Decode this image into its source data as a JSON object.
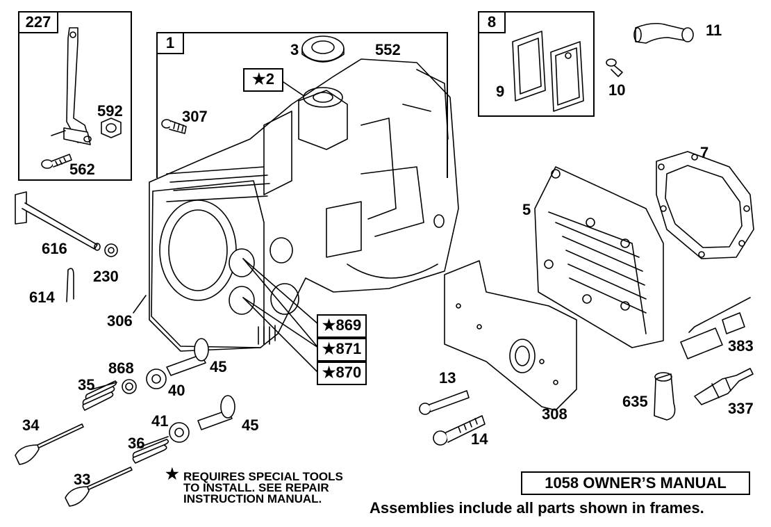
{
  "frames": {
    "f227": "227",
    "f1": "1",
    "f8": "8"
  },
  "labels": {
    "p3": "3",
    "p552": "552",
    "p307": "307",
    "p592": "592",
    "p562": "562",
    "p9": "9",
    "p10": "10",
    "p11": "11",
    "p7": "7",
    "p5": "5",
    "p616": "616",
    "p230": "230",
    "p614": "614",
    "p306": "306",
    "p868": "868",
    "p35": "35",
    "p40": "40",
    "p45a": "45",
    "p34": "34",
    "p41": "41",
    "p45b": "45",
    "p36": "36",
    "p33": "33",
    "p13": "13",
    "p14": "14",
    "p308": "308",
    "p635": "635",
    "p337": "337",
    "p383": "383"
  },
  "starred": {
    "s2": "★2",
    "s869": "★869",
    "s871": "★871",
    "s870": "★870"
  },
  "note": {
    "star": "★",
    "line1": "REQUIRES SPECIAL TOOLS",
    "line2": "TO INSTALL.  SEE REPAIR",
    "line3": "INSTRUCTION MANUAL."
  },
  "manual_box": "1058 OWNER’S MANUAL",
  "footer": "Assemblies include all parts shown in frames."
}
